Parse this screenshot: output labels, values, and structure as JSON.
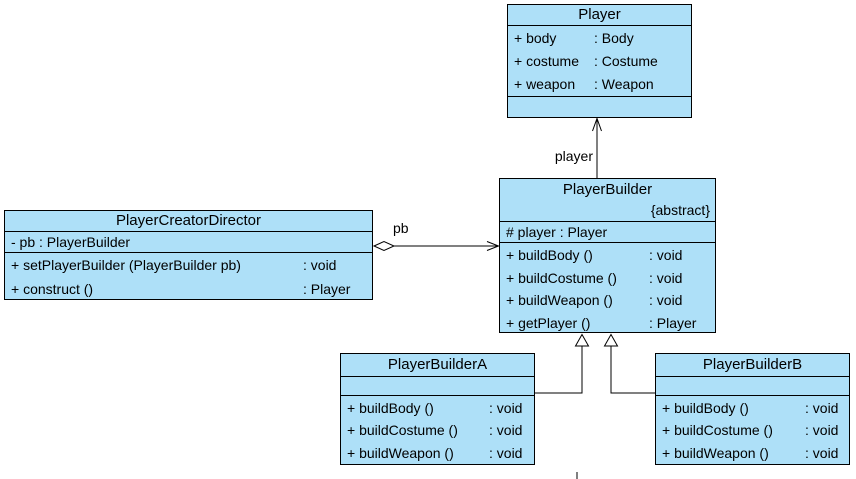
{
  "diagram": {
    "background": "#FFFFFF",
    "class_fill": "#AEE0F8",
    "line_color": "#000000"
  },
  "classes": {
    "player": {
      "title": "Player",
      "attributes": [
        {
          "name": "+ body",
          "type": ": Body"
        },
        {
          "name": "+ costume",
          "type": ": Costume"
        },
        {
          "name": "+ weapon",
          "type": ": Weapon"
        }
      ],
      "methods": []
    },
    "playerBuilder": {
      "title": "PlayerBuilder",
      "stereotype": "{abstract}",
      "attributes": [
        {
          "name": "# player : Player"
        }
      ],
      "methods": [
        {
          "name": "+ buildBody ()",
          "type": ": void"
        },
        {
          "name": "+ buildCostume ()",
          "type": ": void"
        },
        {
          "name": "+ buildWeapon ()",
          "type": ": void"
        },
        {
          "name": "+ getPlayer ()",
          "type": ": Player"
        }
      ]
    },
    "playerCreatorDirector": {
      "title": "PlayerCreatorDirector",
      "attributes": [
        {
          "name": "- pb : PlayerBuilder"
        }
      ],
      "methods": [
        {
          "name": "+ setPlayerBuilder (PlayerBuilder pb)",
          "type": ": void"
        },
        {
          "name": "+ construct ()",
          "type": ": Player"
        }
      ]
    },
    "playerBuilderA": {
      "title": "PlayerBuilderA",
      "attributes": [],
      "methods": [
        {
          "name": "+ buildBody ()",
          "type": ": void"
        },
        {
          "name": "+ buildCostume ()",
          "type": ": void"
        },
        {
          "name": "+ buildWeapon ()",
          "type": ": void"
        }
      ]
    },
    "playerBuilderB": {
      "title": "PlayerBuilderB",
      "attributes": [],
      "methods": [
        {
          "name": "+ buildBody ()",
          "type": ": void"
        },
        {
          "name": "+ buildCostume ()",
          "type": ": void"
        },
        {
          "name": "+ buildWeapon ()",
          "type": ": void"
        }
      ]
    }
  },
  "connectors": {
    "player_association_label": "player",
    "pb_association_label": "pb"
  }
}
